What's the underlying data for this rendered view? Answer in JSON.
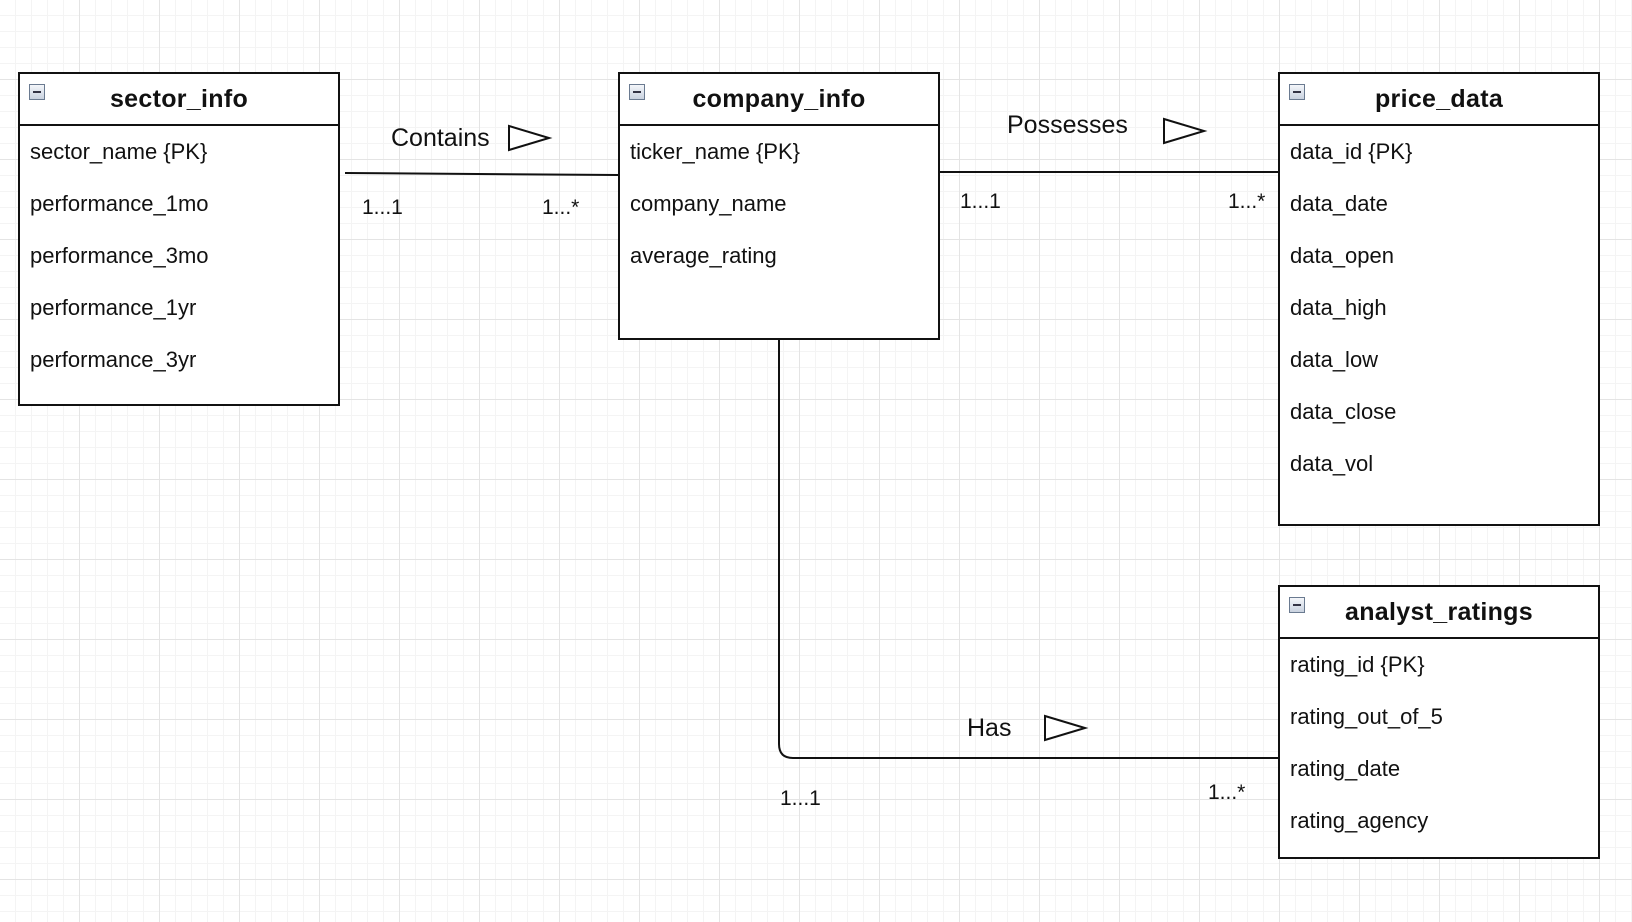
{
  "entities": {
    "sector_info": {
      "title": "sector_info",
      "fields": [
        "sector_name {PK}",
        "performance_1mo",
        "performance_3mo",
        "performance_1yr",
        "performance_3yr"
      ]
    },
    "company_info": {
      "title": "company_info",
      "fields": [
        "ticker_name {PK}",
        "company_name",
        "average_rating"
      ]
    },
    "price_data": {
      "title": "price_data",
      "fields": [
        "data_id {PK}",
        "data_date",
        "data_open",
        "data_high",
        "data_low",
        "data_close",
        "data_vol"
      ]
    },
    "analyst_ratings": {
      "title": "analyst_ratings",
      "fields": [
        "rating_id {PK}",
        "rating_out_of_5",
        "rating_date",
        "rating_agency"
      ]
    }
  },
  "relationships": {
    "contains": {
      "label": "Contains",
      "from_mult": "1...1",
      "to_mult": "1...*"
    },
    "possesses": {
      "label": "Possesses",
      "from_mult": "1...1",
      "to_mult": "1...*"
    },
    "has": {
      "label": "Has",
      "from_mult": "1...1",
      "to_mult": "1...*"
    }
  },
  "colors": {
    "line": "#111111",
    "grid": "#e4e4e4",
    "background": "#ffffff"
  },
  "icons": {
    "collapse": "minus-square-icon",
    "direction": "triangle-arrow-icon"
  }
}
